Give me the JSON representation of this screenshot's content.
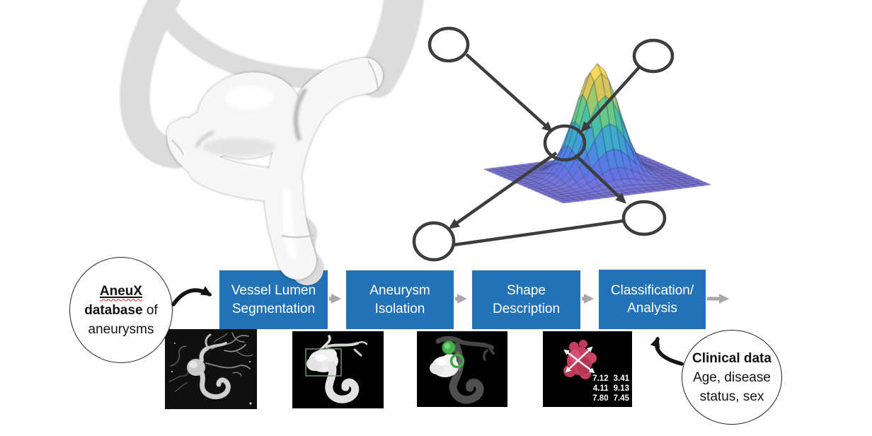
{
  "figure": {
    "background": "#ffffff"
  },
  "pipeline": {
    "steps": [
      {
        "line1": "Vessel Lumen",
        "line2": "Segmentation"
      },
      {
        "line1": "Aneurysm",
        "line2": "Isolation"
      },
      {
        "line1": "Shape",
        "line2": "Description"
      },
      {
        "line1": "Classification/",
        "line2": "Analysis"
      }
    ]
  },
  "input_bubble": {
    "title": "AneuX",
    "line2_bold": "database",
    "line2_rest": " of",
    "line3": "aneurysms"
  },
  "clinical_bubble": {
    "line1": "Clinical data",
    "line2": "Age, disease",
    "line3": "status, sex"
  },
  "shape_metrics": {
    "rows": [
      [
        "7.12",
        "3.41"
      ],
      [
        "4.11",
        "9.13"
      ],
      [
        "7.80",
        "7.45"
      ]
    ]
  },
  "colors": {
    "step_box_blue": "#2272B5",
    "step_arrow_gray": "#A8A8A8",
    "annotation_dark_gray": "#3D3D3D",
    "curved_arrow_black": "#141414",
    "marker_green": "#3CB043",
    "aneurysm_shape_red": "#C54060",
    "surface_plane_purple": "#7B77DD",
    "surface_peak_yellow": "#F8E260"
  },
  "icons": {
    "vessel-3d-render": "white aneurysm bifurcation with gray vessel loop",
    "gaussian-surface-plot": "3D gaussian bump mesh, parula colormap",
    "node-circles": "outlined ellipses linked by arrows to a circled surface point",
    "angiogram-thumbnail": "black-and-white cerebral angiogram",
    "segmentation-thumbnail": "white segmented vessel with boxed aneurysm",
    "isolation-thumbnail": "gray vessel, white aneurysm, green neck rings",
    "shape-metrics-thumbnail": "red aneurysm shape with measurement arrows"
  }
}
